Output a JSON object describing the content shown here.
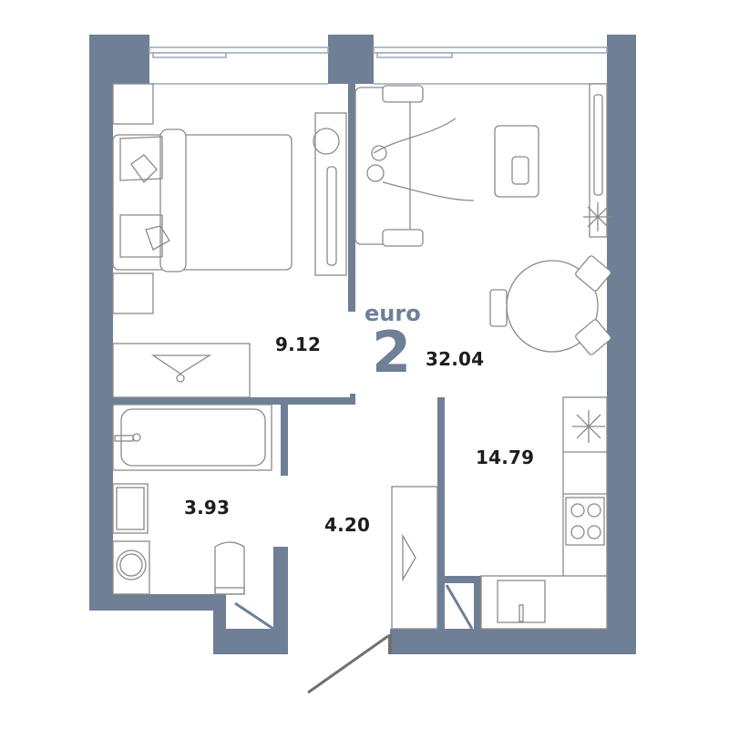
{
  "plan": {
    "type_word": "euro",
    "type_number": "2",
    "accent_color": "#6e7f96",
    "rooms": [
      {
        "id": "bedroom",
        "area": "9.12"
      },
      {
        "id": "living-room",
        "area": "32.04"
      },
      {
        "id": "kitchen",
        "area": "14.79"
      },
      {
        "id": "bathroom",
        "area": "3.93"
      },
      {
        "id": "hallway",
        "area": "4.20"
      }
    ]
  }
}
